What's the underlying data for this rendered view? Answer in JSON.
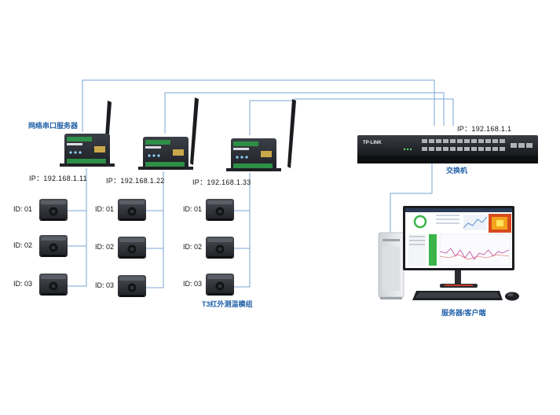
{
  "labels": {
    "serial_server_title": "网络串口服务器",
    "switch_ip": "IP：192.168.1.1",
    "switch_label": "交换机",
    "module_label": "T3红外测温模组",
    "server_label": "服务器/客户端",
    "switch_brand": "TP-LINK"
  },
  "servers": [
    {
      "ip": "IP：192.168.1.11"
    },
    {
      "ip": "IP：192.168.1.22"
    },
    {
      "ip": "IP：192.168.1.33"
    }
  ],
  "sensor_ids": [
    "ID: 01",
    "ID: 02",
    "ID: 03"
  ],
  "colors": {
    "wire": "#7aa6d6",
    "title_blue": "#1f5fa8",
    "device_dark": "#2a2d33",
    "device_green": "#2e8f46"
  }
}
